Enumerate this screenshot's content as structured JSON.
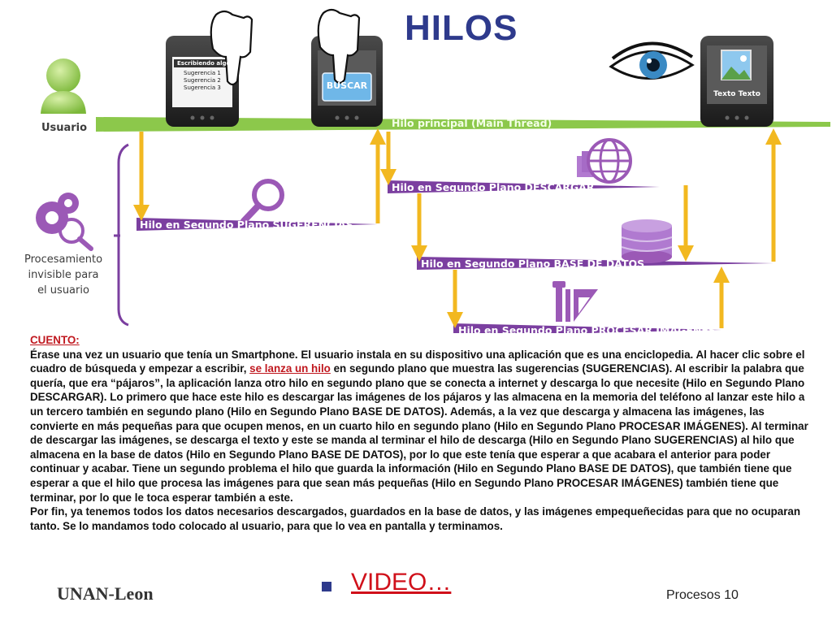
{
  "title": "HILOS",
  "user_label": "Usuario",
  "processing_label_lines": [
    "Procesamiento",
    "invisible para",
    "el usuario"
  ],
  "phones": {
    "search_header": "Escribiendo algo",
    "suggestions": [
      "Sugerencia 1",
      "Sugerencia 2",
      "Sugerencia 3"
    ],
    "search_button": "BUSCAR",
    "result_text": "Texto Texto"
  },
  "threads": {
    "main": "Hilo principal (Main Thread)",
    "suggestions": "Hilo en Segundo Plano SUGERENCIAS",
    "download": "Hilo en Segundo Plano DESCARGAR",
    "database": "Hilo en Segundo Plano BASE DE DATOS",
    "images": "Hilo en Segundo Plano PROCESAR IMÁGENES"
  },
  "colors": {
    "main_thread": "#8cc84b",
    "bg_thread": "#7b3fa0",
    "arrow": "#f2b820",
    "accent_red": "#c0181f"
  },
  "story": {
    "heading": "CUENTO:",
    "p1_before_link": "Érase una vez un usuario que tenía un Smartphone. El usuario instala en su dispositivo una aplicación que es una enciclopedia. Al hacer clic sobre el cuadro de búsqueda y empezar a escribir, ",
    "p1_link": "se lanza un hilo",
    "p1_after_link": " en segundo plano que muestra las sugerencias (SUGERENCIAS). Al escribir la palabra que quería, que era “pájaros”, la aplicación lanza otro hilo en segundo plano que se conecta a internet y descarga lo que necesite (Hilo en Segundo Plano DESCARGAR). Lo primero que hace este hilo es descargar las imágenes de los pájaros y las almacena en la memoria del teléfono al lanzar este hilo a un tercero también en segundo plano (Hilo en Segundo Plano BASE DE DATOS). Además, a la vez que descarga y almacena las imágenes, las convierte en más pequeñas para que ocupen menos, en un cuarto hilo en segundo plano (Hilo en Segundo Plano PROCESAR IMÁGENES). Al terminar de descargar las imágenes, se descarga el texto y este se manda al terminar el hilo de descarga (Hilo en Segundo Plano SUGERENCIAS) al hilo que almacena en la base de datos (Hilo en Segundo Plano BASE DE DATOS), por lo que este tenía que esperar a que acabara el anterior para poder continuar y acabar.  Tiene un segundo problema el hilo que guarda la información (Hilo en Segundo Plano BASE DE DATOS), que también tiene que esperar a que el hilo que procesa las imágenes para que sean más pequeñas (Hilo en Segundo Plano PROCESAR IMÁGENES) también tiene que terminar, por lo que le toca esperar también a este.",
    "p2": "Por fin, ya tenemos todos los datos necesarios descargados, guardados en la base de datos, y las imágenes empequeñecidas para que no ocuparan tanto. Se lo mandamos todo colocado al usuario, para que lo vea en pantalla y terminamos."
  },
  "footer": {
    "left": "UNAN-Leon",
    "video_link": "VIDEO…",
    "right": "Procesos 10"
  }
}
